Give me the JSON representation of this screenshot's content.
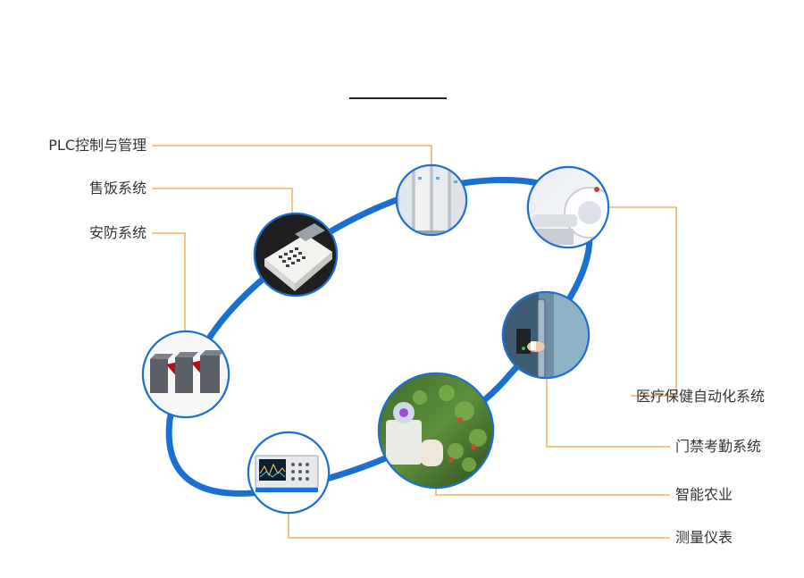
{
  "colors": {
    "ring": "#1a6fd1",
    "leader": "#f0a341",
    "circle_border": "#1a6fd1",
    "title_rule": "#222222",
    "label_text": "#333333"
  },
  "labels": {
    "plc": "PLC控制与管理",
    "canteen": "售饭系统",
    "security": "安防系统",
    "medical": "医疗保健自动化系统",
    "access": "门禁考勤系统",
    "agri": "智能农业",
    "meter": "测量仪表"
  },
  "icons": {
    "plc": "electrical-cabinet-icon",
    "canteen": "card-terminal-icon",
    "security": "turnstile-gates-icon",
    "medical": "ct-scanner-icon",
    "access": "access-reader-icon",
    "agri": "farm-robot-icon",
    "meter": "oscilloscope-icon"
  }
}
